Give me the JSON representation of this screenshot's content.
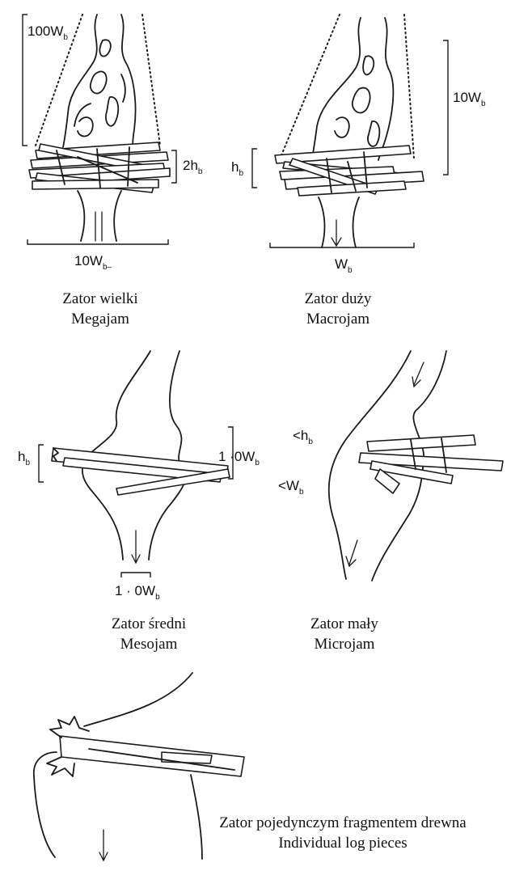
{
  "panels": [
    {
      "id": "megajam",
      "caption_pl": "Zator wielki",
      "caption_en": "Megajam",
      "labels": {
        "height_main": "100W",
        "height_sub": "b",
        "jam_main": "2h",
        "jam_sub": "b",
        "width_main": "10W",
        "width_sub": "b–"
      }
    },
    {
      "id": "macrojam",
      "caption_pl": "Zator duży",
      "caption_en": "Macrojam",
      "labels": {
        "height_main": "10W",
        "height_sub": "b",
        "jam_main": "h",
        "jam_sub": "b",
        "width_main": "W",
        "width_sub": "b"
      }
    },
    {
      "id": "mesojam",
      "caption_pl": "Zator średni",
      "caption_en": "Mesojam",
      "labels": {
        "jam_main": "h",
        "jam_sub": "b",
        "side_main": "1 ·0W",
        "side_sub": "b",
        "width_main": "1 · 0W",
        "width_sub": "b"
      }
    },
    {
      "id": "microjam",
      "caption_pl": "Zator mały",
      "caption_en": "Microjam",
      "labels": {
        "height_main": "<h",
        "height_sub": "b",
        "width_main": "<W",
        "width_sub": "b"
      }
    },
    {
      "id": "individual",
      "caption_pl": "Zator pojedynczym fragmentem drewna",
      "caption_en": "Individual log pieces"
    }
  ]
}
